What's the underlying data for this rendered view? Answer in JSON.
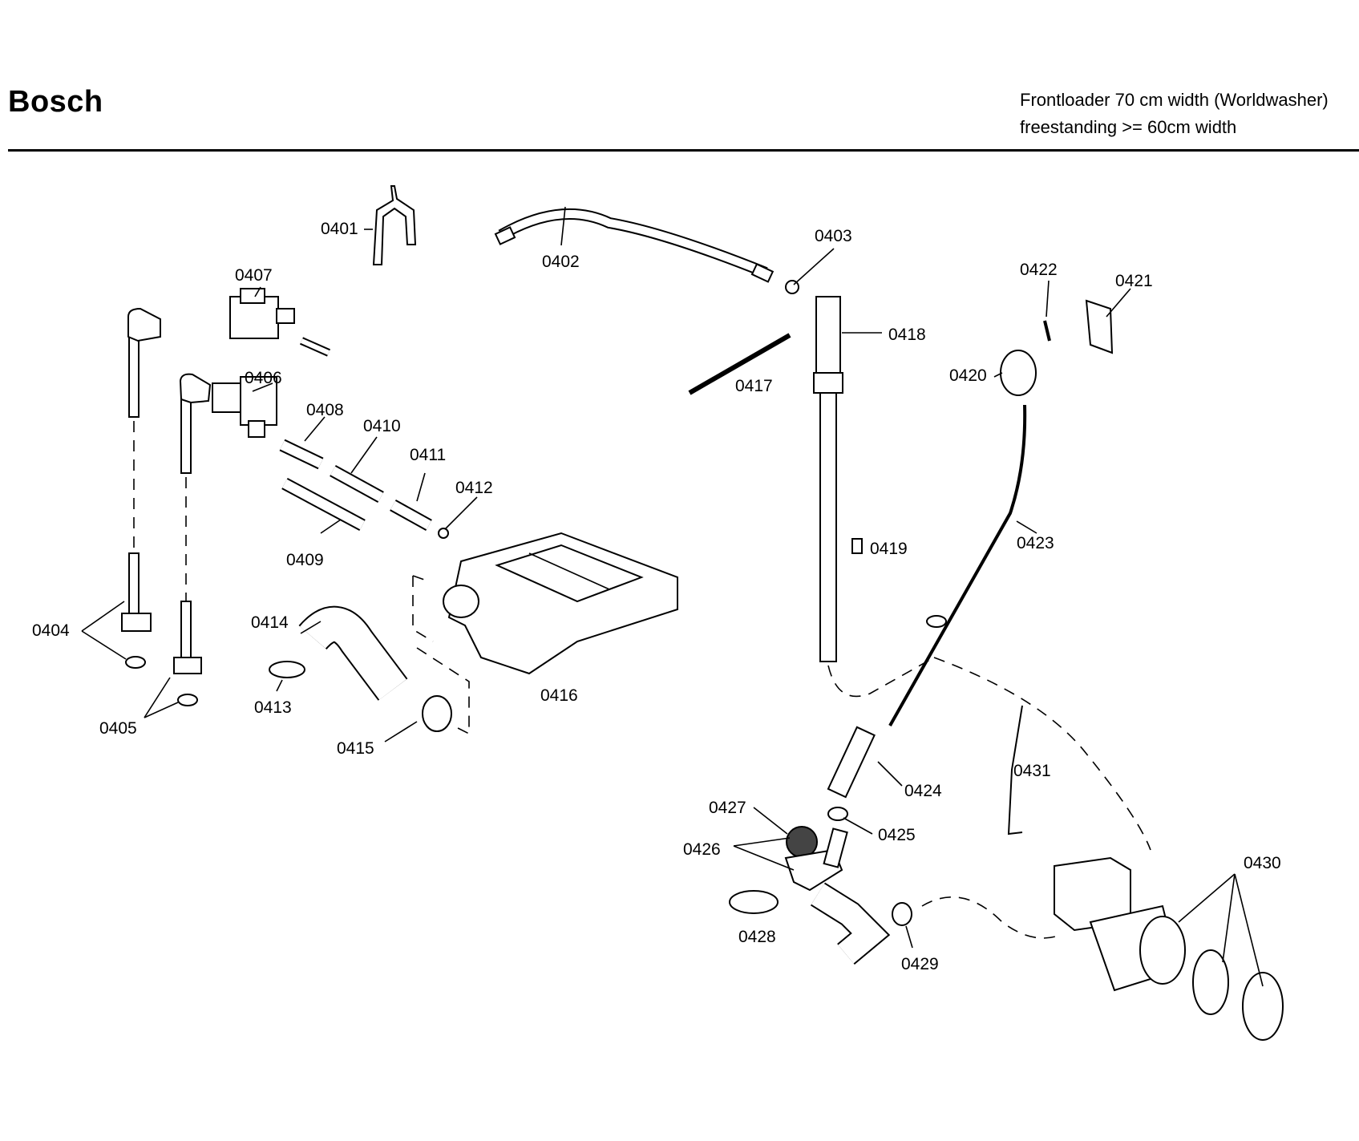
{
  "header": {
    "brand": "Bosch",
    "subtitle_line1": "Frontloader 70 cm width (Worldwasher)",
    "subtitle_line2": "freestanding >= 60cm width"
  },
  "parts": {
    "p0401": "0401",
    "p0402": "0402",
    "p0403": "0403",
    "p0404": "0404",
    "p0405": "0405",
    "p0406": "0406",
    "p0407": "0407",
    "p0408": "0408",
    "p0409": "0409",
    "p0410": "0410",
    "p0411": "0411",
    "p0412": "0412",
    "p0413": "0413",
    "p0414": "0414",
    "p0415": "0415",
    "p0416": "0416",
    "p0417": "0417",
    "p0418": "0418",
    "p0419": "0419",
    "p0420": "0420",
    "p0421": "0421",
    "p0422": "0422",
    "p0423": "0423",
    "p0424": "0424",
    "p0425": "0425",
    "p0426": "0426",
    "p0427": "0427",
    "p0428": "0428",
    "p0429": "0429",
    "p0430": "0430",
    "p0431": "0431"
  }
}
